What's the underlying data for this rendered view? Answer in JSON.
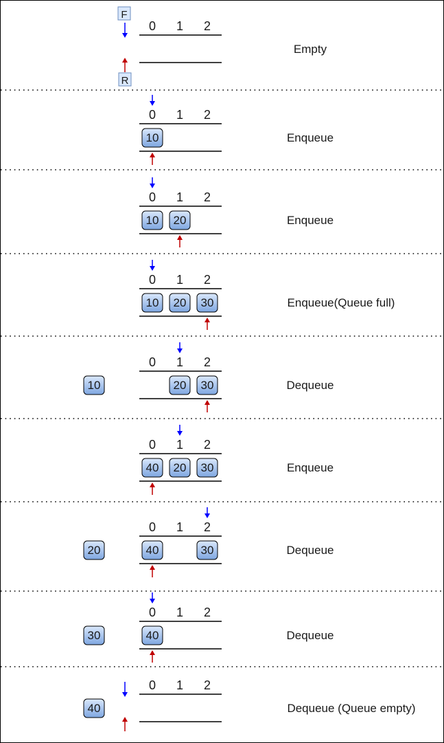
{
  "indices": [
    "0",
    "1",
    "2"
  ],
  "pointer_tags": {
    "front": "F",
    "rear": "R"
  },
  "colors": {
    "front_arrow": "#0000ff",
    "rear_arrow": "#c00000",
    "cell_fill_top": "#dae8fc",
    "cell_fill_bottom": "#7ea6e0",
    "cell_stroke": "#000000",
    "tag_fill": "#dae8fc",
    "tag_stroke": "#6c8ebf",
    "divider": "#000000"
  },
  "steps": [
    {
      "operation": "Empty",
      "cells": [
        "",
        "",
        ""
      ],
      "front": "before",
      "rear": "before",
      "removed": "",
      "show_tags": true
    },
    {
      "operation": "Enqueue",
      "cells": [
        "10",
        "",
        ""
      ],
      "front": 0,
      "rear": 0,
      "removed": ""
    },
    {
      "operation": "Enqueue",
      "cells": [
        "10",
        "20",
        ""
      ],
      "front": 0,
      "rear": 1,
      "removed": ""
    },
    {
      "operation": "Enqueue(Queue full)",
      "cells": [
        "10",
        "20",
        "30"
      ],
      "front": 0,
      "rear": 2,
      "removed": ""
    },
    {
      "operation": "Dequeue",
      "cells": [
        "",
        "20",
        "30"
      ],
      "front": 1,
      "rear": 2,
      "removed": "10"
    },
    {
      "operation": "Enqueue",
      "cells": [
        "40",
        "20",
        "30"
      ],
      "front": 1,
      "rear": 0,
      "removed": ""
    },
    {
      "operation": "Dequeue",
      "cells": [
        "40",
        "",
        "30"
      ],
      "front": 2,
      "rear": 0,
      "removed": "20"
    },
    {
      "operation": "Dequeue",
      "cells": [
        "40",
        "",
        ""
      ],
      "front": 0,
      "rear": 0,
      "removed": "30"
    },
    {
      "operation": "Dequeue (Queue empty)",
      "cells": [
        "",
        "",
        ""
      ],
      "front": "before",
      "rear": "before",
      "removed": "40"
    }
  ]
}
